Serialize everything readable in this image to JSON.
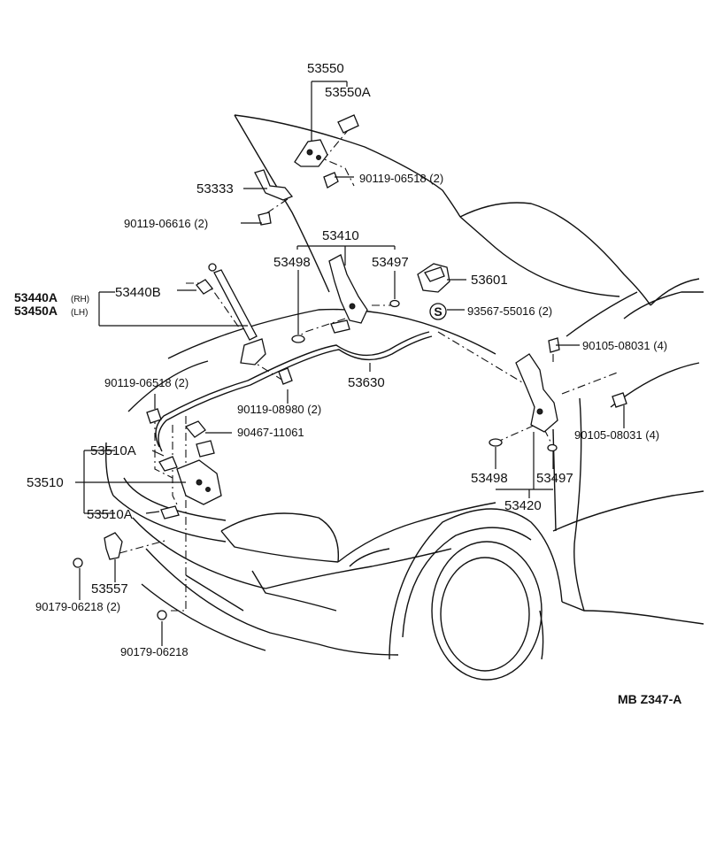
{
  "labels": {
    "p53550": "53550",
    "p53550a": "53550A",
    "p53333": "53333",
    "bolt_90119_06518_top": "90119-06518 (2)",
    "bolt_90119_06616": "90119-06616 (2)",
    "p53410": "53410",
    "p53498_top": "53498",
    "p53497_top": "53497",
    "p53601": "53601",
    "s_marker": "S",
    "p93567": "93567-55016 (2)",
    "p53440a": "53440A",
    "p53440a_side": "(RH)",
    "p53450a": "53450A",
    "p53450a_side": "(LH)",
    "p53440b": "53440B",
    "bolt_90105_08031_a": "90105-08031 (4)",
    "bolt_90119_06518_mid": "90119-06518 (2)",
    "p53630": "53630",
    "bolt_90119_08980": "90119-08980 (2)",
    "bolt_90105_08031_b": "90105-08031 (4)",
    "p90467": "90467-11061",
    "p53510a_top": "53510A",
    "p53510": "53510",
    "p53498_bot": "53498",
    "p53497_bot": "53497",
    "p53420": "53420",
    "p53510a_bot": "53510A",
    "p53557": "53557",
    "nut_90179_06218_2": "90179-06218 (2)",
    "nut_90179_06218": "90179-06218"
  },
  "code": "MB  Z347-A"
}
